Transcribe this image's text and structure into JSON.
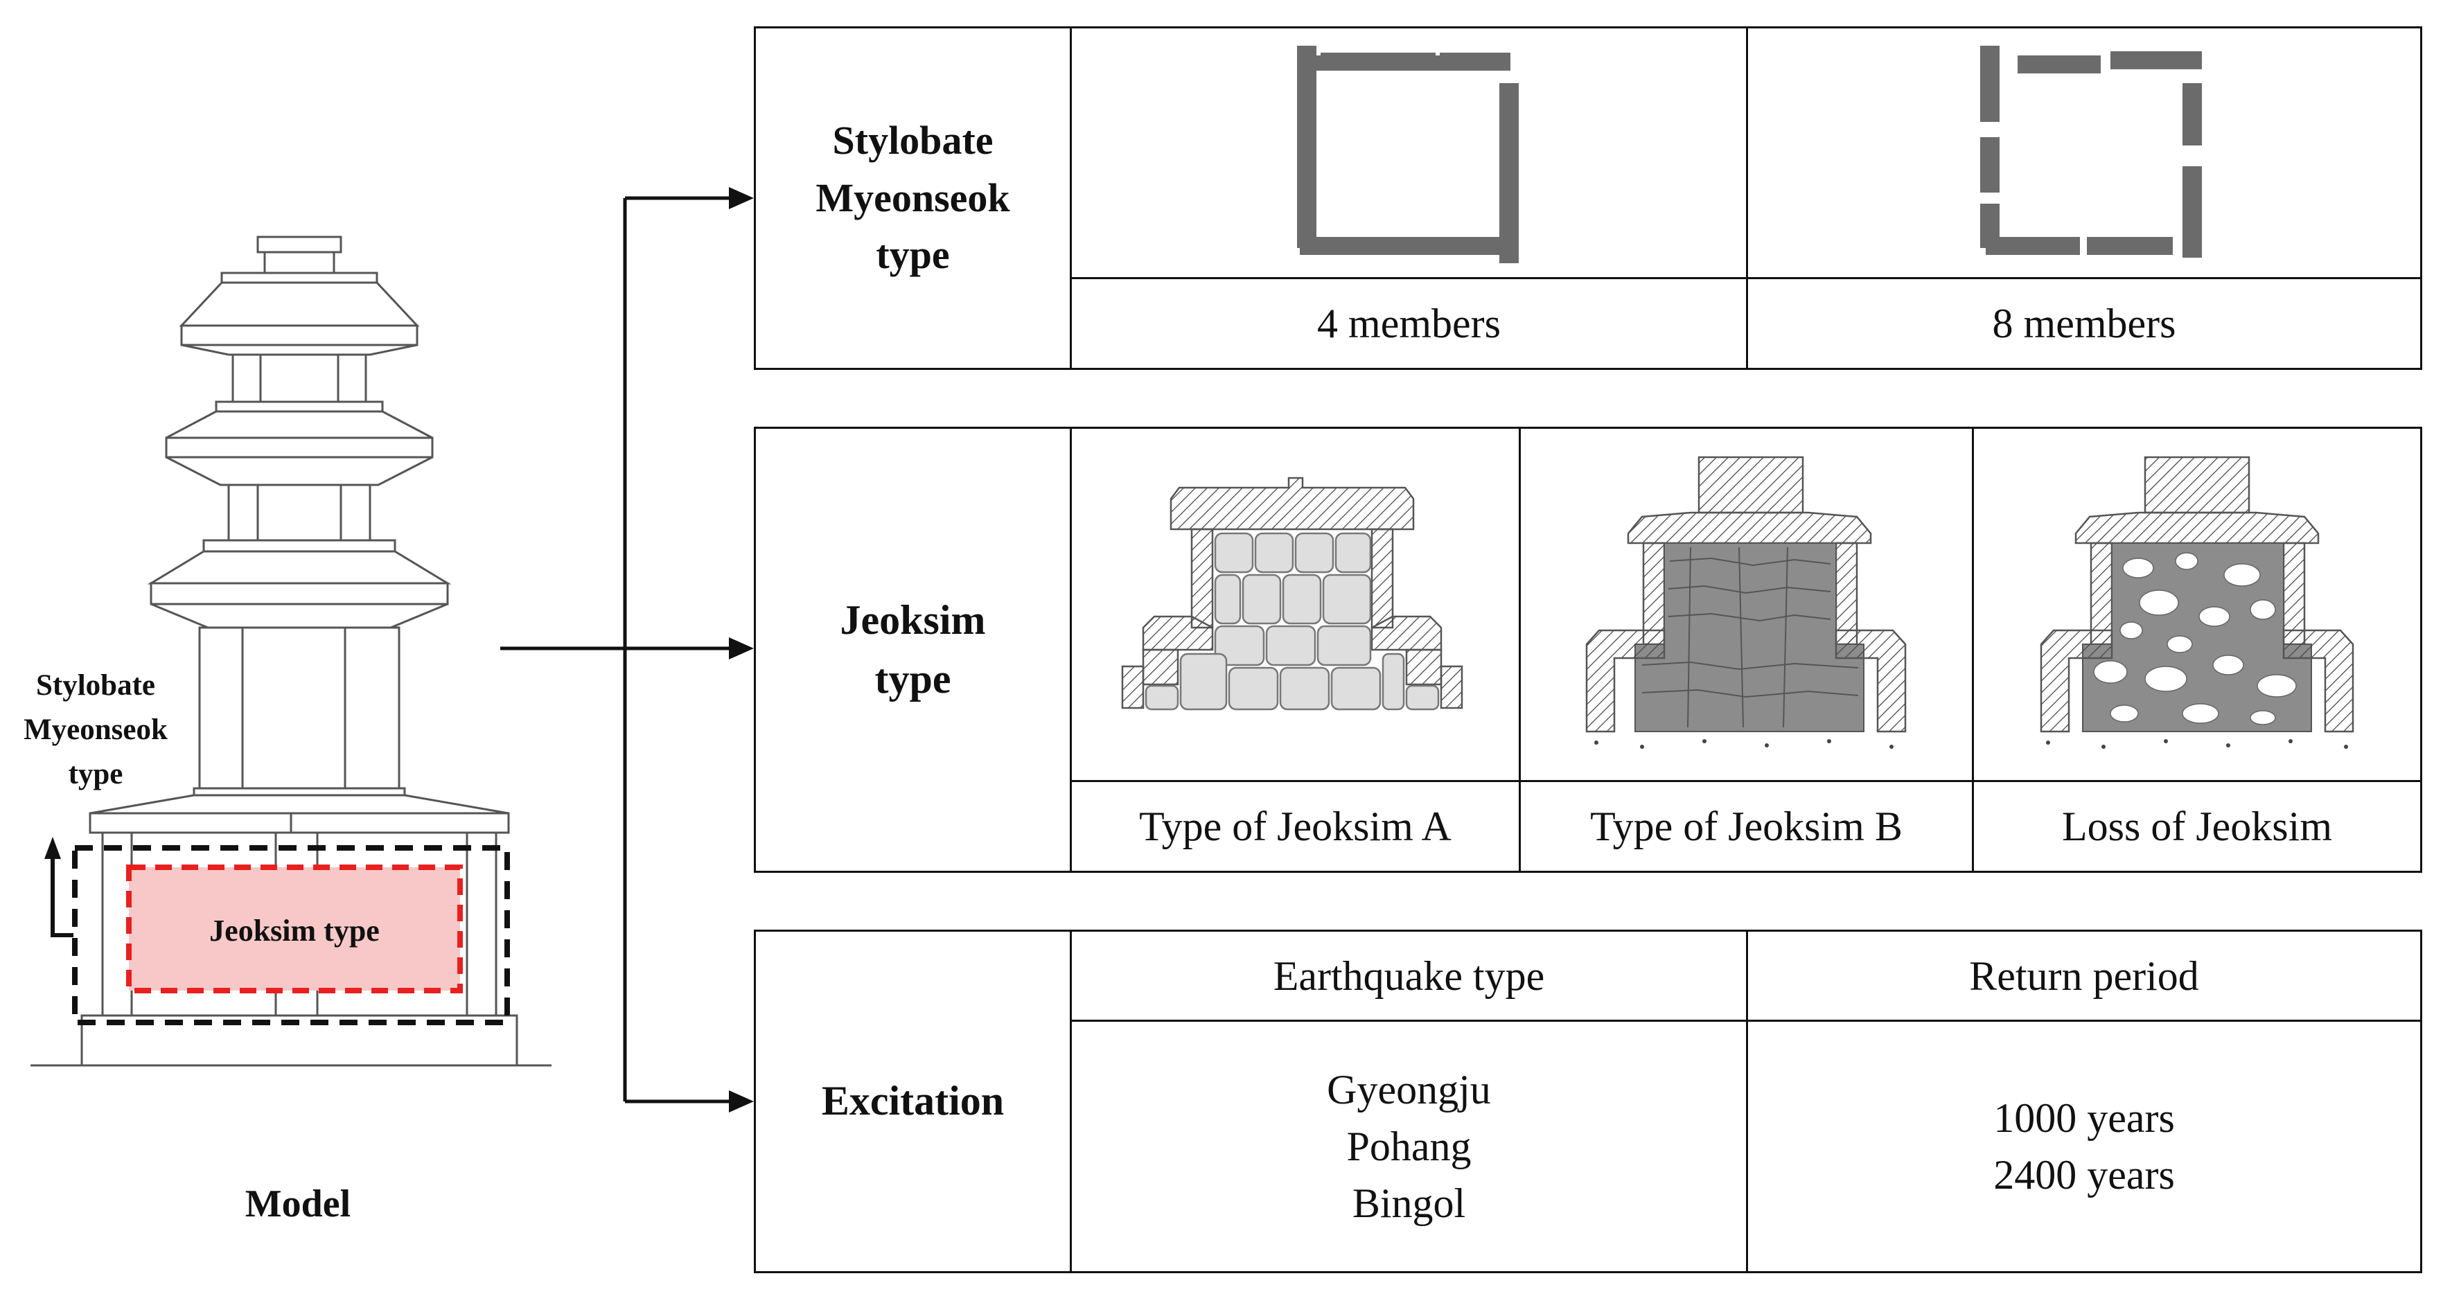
{
  "model": {
    "title": "Model",
    "side_label_lines": [
      "Stylobate",
      "Myeonseok",
      "type"
    ],
    "jeoksim_box_label": "Jeoksim type"
  },
  "stylobate_table": {
    "label_lines": [
      "Stylobate",
      "Myeonseok",
      "type"
    ],
    "options": [
      {
        "caption": "4 members"
      },
      {
        "caption": "8 members"
      }
    ]
  },
  "jeoksim_table": {
    "label_lines": [
      "Jeoksim",
      "type"
    ],
    "options": [
      {
        "caption": "Type of Jeoksim A"
      },
      {
        "caption": "Type of Jeoksim B"
      },
      {
        "caption": "Loss of Jeoksim"
      }
    ]
  },
  "excitation_table": {
    "label": "Excitation",
    "headers": [
      "Earthquake type",
      "Return period"
    ],
    "earthquakes": [
      "Gyeongju",
      "Pohang",
      "Bingol"
    ],
    "return_periods": [
      "1000 years",
      "2400 years"
    ]
  },
  "colors": {
    "line": "#111111",
    "member_gray": "#6b6b6b",
    "highlight_red": "#e8201f",
    "highlight_fill": "#f8c8c8",
    "stone_light": "#dedede",
    "stone_dark": "#8c8c8c"
  }
}
